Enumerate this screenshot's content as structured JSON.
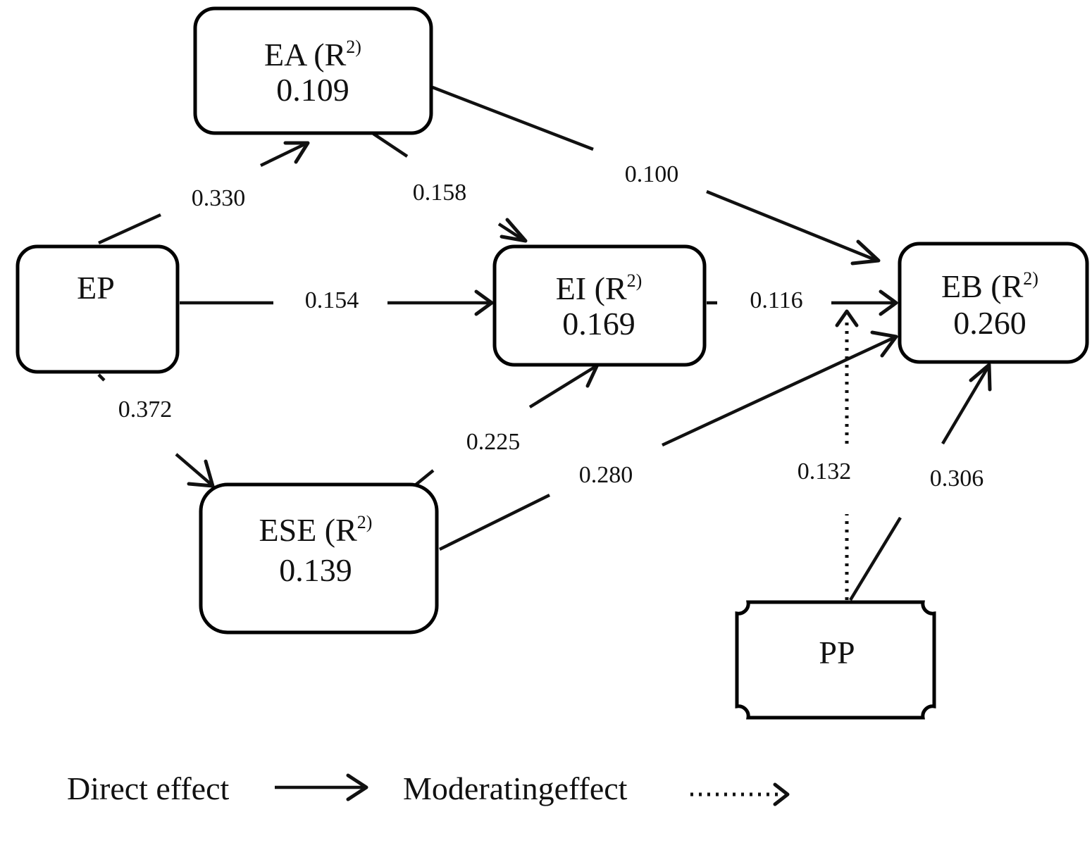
{
  "nodes": {
    "ea": {
      "name": "EA",
      "r2_label": "(R",
      "r2_sup": "2)",
      "value": "0.109"
    },
    "ep": {
      "name": "EP"
    },
    "ei": {
      "name": "EI",
      "r2_label": "(R",
      "r2_sup": "2)",
      "value": "0.169"
    },
    "eb": {
      "name": "EB",
      "r2_label": "(R",
      "r2_sup": "2)",
      "value": "0.260"
    },
    "ese": {
      "name": "ESE",
      "r2_label": "(R",
      "r2_sup": "2)",
      "value": "0.139"
    },
    "pp": {
      "name": "PP"
    }
  },
  "paths": [
    {
      "from": "EP",
      "to": "EA",
      "coefficient": "0.330",
      "type": "direct"
    },
    {
      "from": "EA",
      "to": "EI",
      "coefficient": "0.158",
      "type": "direct"
    },
    {
      "from": "EA",
      "to": "EB",
      "coefficient": "0.100",
      "type": "direct"
    },
    {
      "from": "EP",
      "to": "EI",
      "coefficient": "0.154",
      "type": "direct"
    },
    {
      "from": "EI",
      "to": "EB",
      "coefficient": "0.116",
      "type": "direct"
    },
    {
      "from": "EP",
      "to": "ESE",
      "coefficient": "0.372",
      "type": "direct"
    },
    {
      "from": "ESE",
      "to": "EI",
      "coefficient": "0.225",
      "type": "direct"
    },
    {
      "from": "ESE",
      "to": "EB",
      "coefficient": "0.280",
      "type": "direct"
    },
    {
      "from": "PP",
      "to": "EI-EB",
      "coefficient": "0.132",
      "type": "moderating"
    },
    {
      "from": "PP",
      "to": "EB",
      "coefficient": "0.306",
      "type": "direct"
    }
  ],
  "legend": {
    "direct": "Direct effect",
    "moderating": "Moderatingeffect"
  }
}
